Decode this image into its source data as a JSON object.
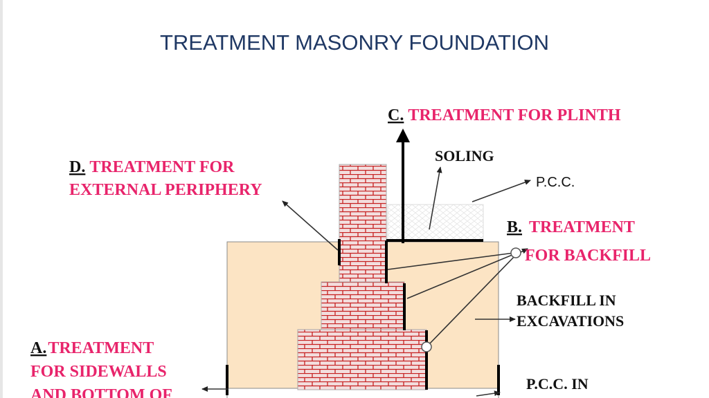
{
  "title": "TREATMENT MASONRY FOUNDATION",
  "labels": {
    "c_letter": "C.",
    "c_text": "TREATMENT FOR PLINTH",
    "soling": "SOLING",
    "pcc": "P.C.C.",
    "d_letter": "D.",
    "d_line1": "TREATMENT FOR",
    "d_line2": "EXTERNAL PERIPHERY",
    "b_letter": "B.",
    "b_line1": "TREATMENT",
    "b_line2": "FOR  BACKFILL",
    "backfill_line1": "BACKFILL IN",
    "backfill_line2": "EXCAVATIONS",
    "a_letter": "A.",
    "a_line1": "TREATMENT",
    "a_line2": "FOR SIDEWALLS",
    "a_line3": "AND BOTTOM OF",
    "pcc_in": "P.C.C. IN"
  },
  "colors": {
    "title": "#1f3864",
    "highlight_label": "#e8246b",
    "backfill": "#fce4c4",
    "brick": "#cc2222",
    "mortar": "#f2dede"
  }
}
